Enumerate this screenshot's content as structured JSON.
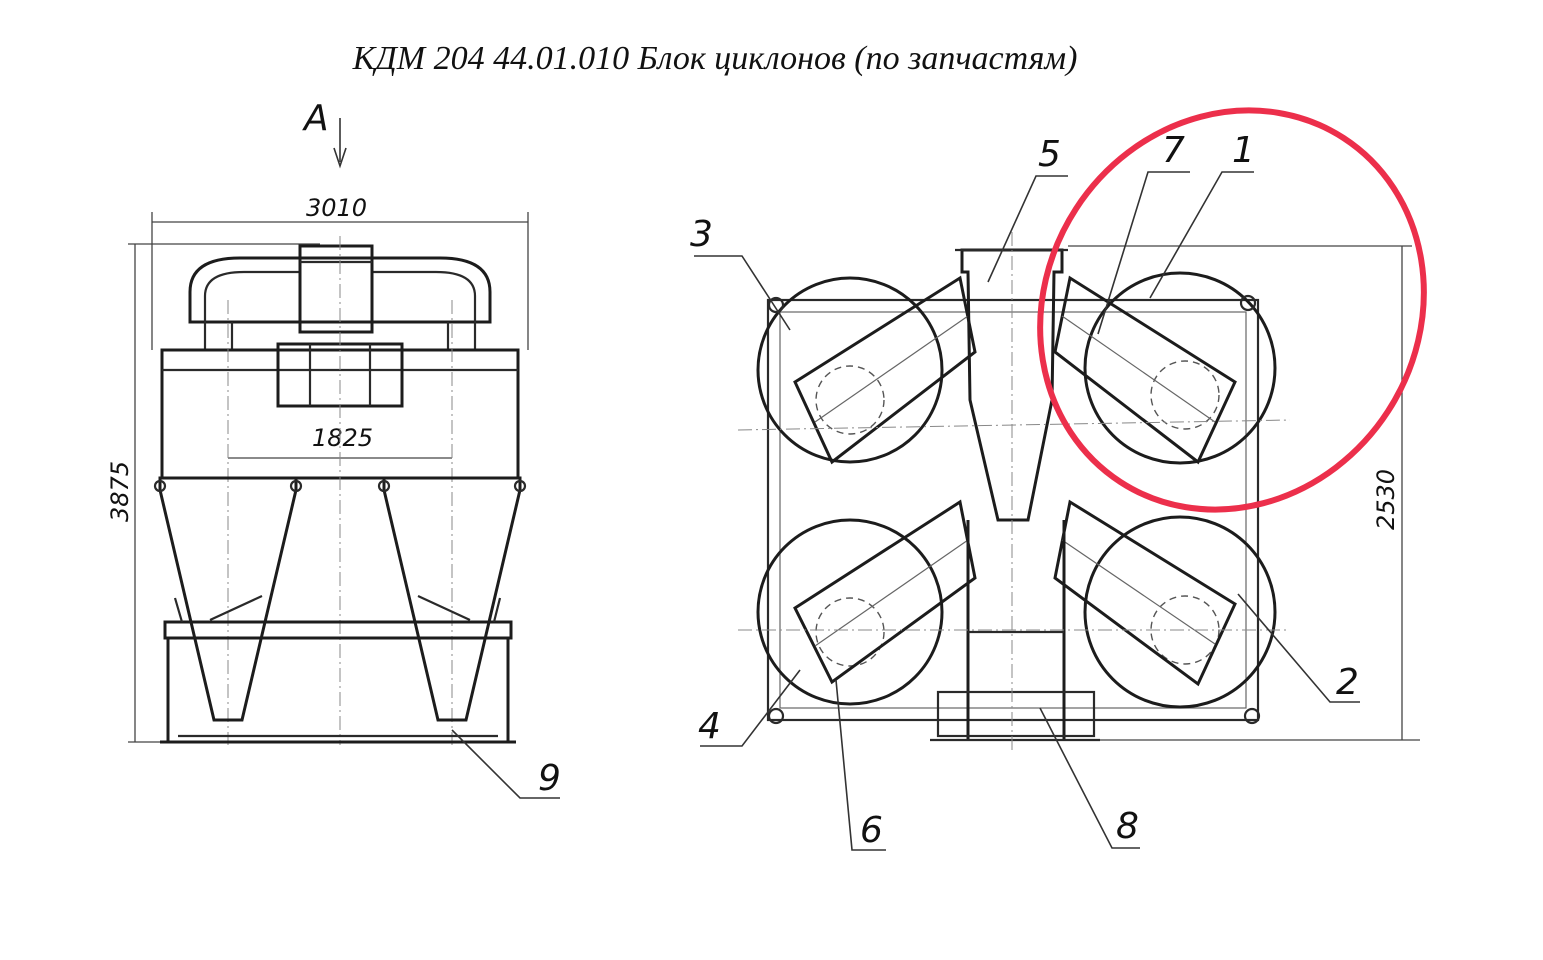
{
  "title": "КДМ 204 44.01.010  Блок циклонов (по запчастям)",
  "view_label": "А",
  "dimensions": {
    "overall_width": "3010",
    "inner_width": "1825",
    "overall_height": "3875",
    "plan_height": "2530"
  },
  "part_labels": {
    "p1": "1",
    "p2": "2",
    "p3": "3",
    "p4": "4",
    "p5": "5",
    "p6": "6",
    "p7": "7",
    "p8": "8",
    "p9": "9"
  },
  "highlight_color": "#ec2f4b"
}
